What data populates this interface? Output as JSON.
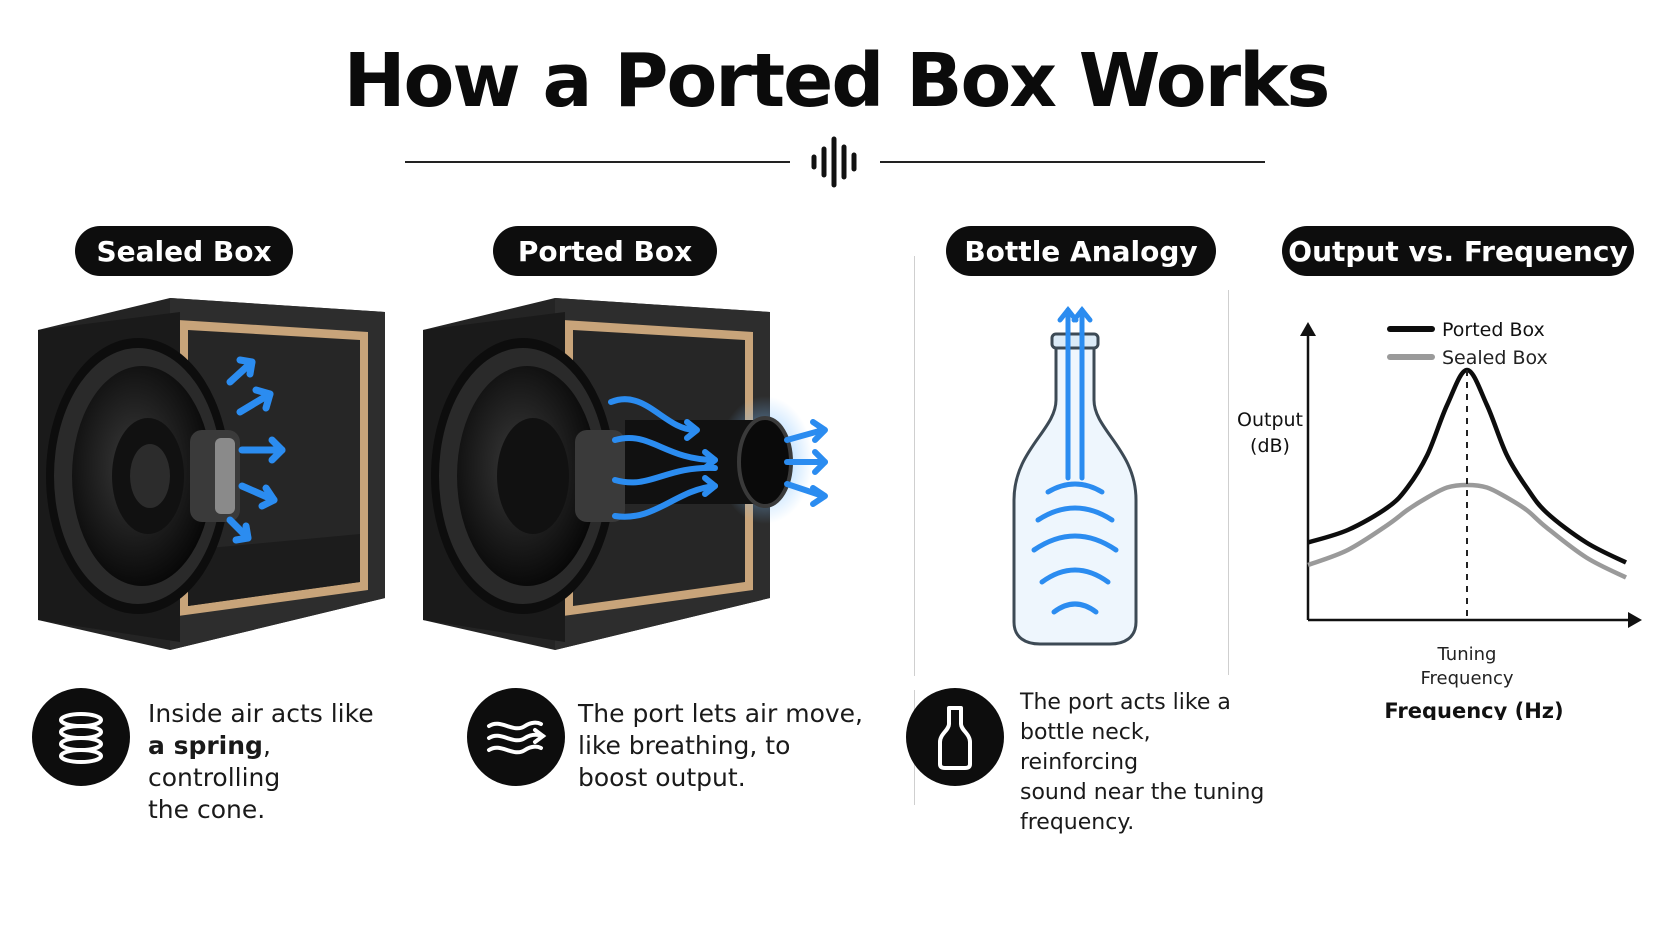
{
  "header": {
    "title": "How a Ported Box Works"
  },
  "panels": {
    "sealed": {
      "label": "Sealed Box",
      "caption_part1": "Inside air acts like",
      "caption_bold": "a spring",
      "caption_part2": ", controlling",
      "caption_part3": "the cone."
    },
    "ported": {
      "label": "Ported Box",
      "caption_line1": "The port lets air move,",
      "caption_line2": "like breathing, to",
      "caption_line3": "boost output."
    },
    "bottle": {
      "label": "Bottle Analogy",
      "caption_line1": "The port acts like a",
      "caption_line2": "bottle neck, reinforcing",
      "caption_line3": "sound near the tuning",
      "caption_line4": "frequency."
    },
    "chart": {
      "label": "Output vs. Frequency"
    }
  },
  "icons": {
    "divider": "sound-wave-icon",
    "sealed": "spring-coil-icon",
    "ported": "airflow-waves-icon",
    "bottle": "bottle-icon"
  },
  "colors": {
    "accent_blue": "#2b8cf0",
    "ported_curve": "#0d0d0d",
    "sealed_curve": "#9a9a9a",
    "pill_bg": "#0d0d0d"
  },
  "chart_data": {
    "type": "line",
    "ylabel_line1": "Output",
    "ylabel_line2": "(dB)",
    "xlabel": "Frequency (Hz)",
    "marker_label_line1": "Tuning",
    "marker_label_line2": "Frequency",
    "marker_x": 0,
    "xlim": [
      -4,
      4
    ],
    "ylim": [
      0,
      1
    ],
    "legend_position": "top-right",
    "grid": false,
    "series": [
      {
        "name": "Ported Box",
        "color": "#0d0d0d",
        "x": [
          -4,
          -3,
          -2,
          -1.5,
          -1,
          -0.5,
          0,
          0.5,
          1,
          1.5,
          2,
          3,
          4
        ],
        "y": [
          0.31,
          0.36,
          0.45,
          0.53,
          0.66,
          0.86,
          1.0,
          0.86,
          0.66,
          0.53,
          0.43,
          0.31,
          0.23
        ]
      },
      {
        "name": "Sealed Box",
        "color": "#9a9a9a",
        "x": [
          -4,
          -3,
          -2,
          -1.5,
          -1,
          -0.5,
          0,
          0.5,
          1,
          1.5,
          2,
          3,
          4
        ],
        "y": [
          0.22,
          0.28,
          0.38,
          0.44,
          0.49,
          0.53,
          0.54,
          0.53,
          0.49,
          0.44,
          0.37,
          0.25,
          0.17
        ]
      }
    ]
  }
}
